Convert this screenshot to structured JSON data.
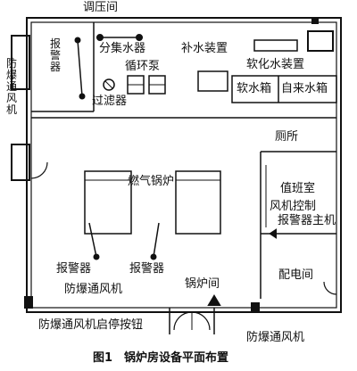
{
  "figure_caption": "图1　锅炉房设备平面布置",
  "labels": {
    "pressure_room": "调压间",
    "alarm_left_room": "报警器",
    "splitter": "分集水器",
    "circ_pump": "循环泵",
    "filter": "过滤器",
    "water_supply": "补水装置",
    "softener_device": "软化水装置",
    "soft_tank": "软水箱",
    "tap_tank": "自来水箱",
    "toilet": "厕所",
    "duty_room": "值班室",
    "fan_control": "风机控制",
    "alarm_host": "报警器主机",
    "distribution": "配电间",
    "gas_boiler": "燃气锅炉",
    "alarm_1": "报警器",
    "alarm_2": "报警器",
    "boiler_room": "锅炉间",
    "fan_left_vertical": "防爆通风机",
    "fan_bottom_left": "防爆通风机",
    "fan_button": "防爆通风机启停按钮",
    "fan_bottom_right": "防爆通风机"
  }
}
